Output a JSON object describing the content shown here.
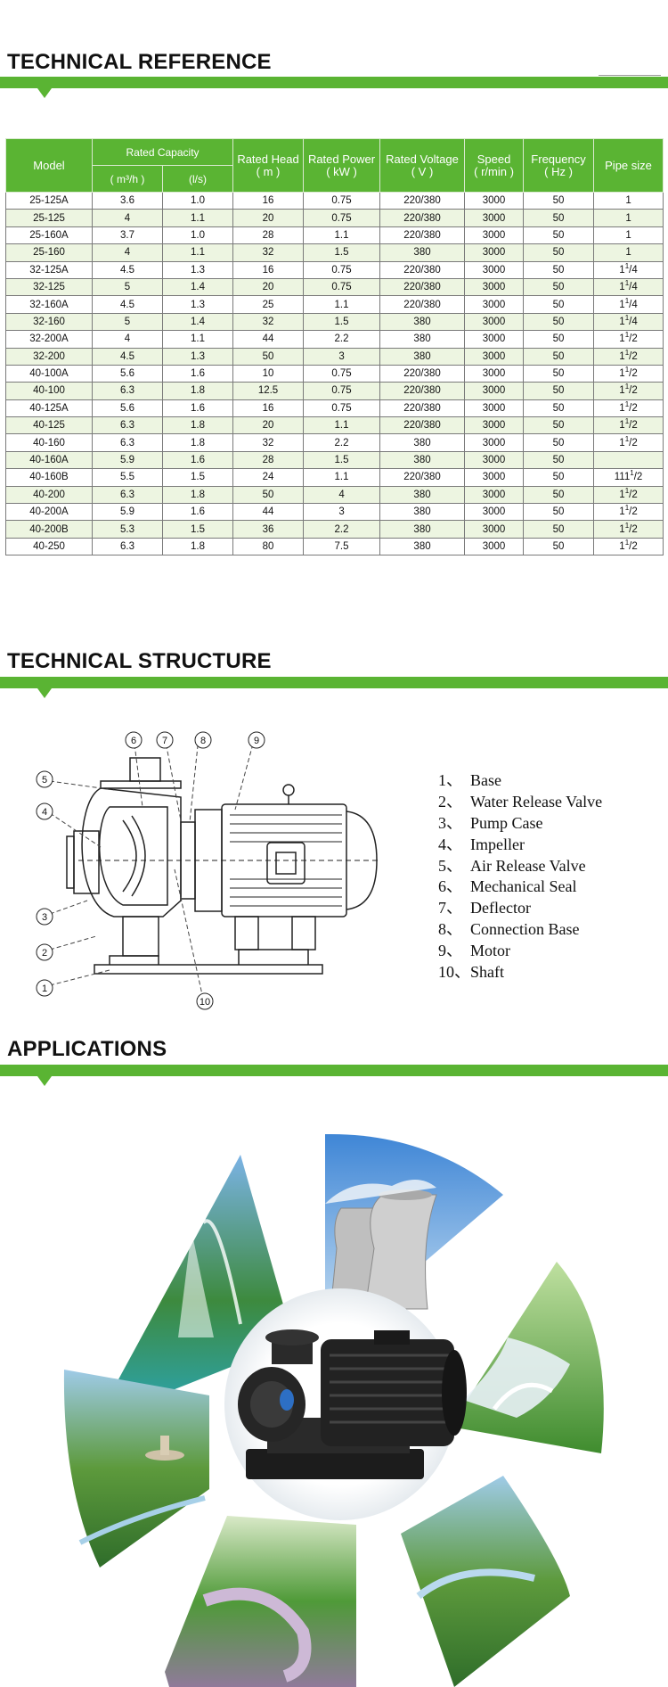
{
  "sections": {
    "reference": "TECHNICAL REFERENCE",
    "structure": "TECHNICAL STRUCTURE",
    "applications": "APPLICATIONS"
  },
  "table": {
    "headers": {
      "model": "Model",
      "rated_capacity": "Rated Capacity",
      "unit_m3h": "( m³/h )",
      "unit_ls": "(l/s)",
      "rated_head": "Rated Head",
      "rated_head_unit": "( m )",
      "rated_power": "Rated Power",
      "rated_power_unit": "( kW )",
      "rated_voltage": "Rated Voltage",
      "rated_voltage_unit": "( V )",
      "speed": "Speed",
      "speed_unit": "( r/min )",
      "frequency": "Frequency",
      "frequency_unit": "( Hz )",
      "pipe_size": "Pipe size"
    },
    "rows": [
      [
        "25-125A",
        "3.6",
        "1.0",
        "16",
        "0.75",
        "220/380",
        "3000",
        "50",
        "1"
      ],
      [
        "25-125",
        "4",
        "1.1",
        "20",
        "0.75",
        "220/380",
        "3000",
        "50",
        "1"
      ],
      [
        "25-160A",
        "3.7",
        "1.0",
        "28",
        "1.1",
        "220/380",
        "3000",
        "50",
        "1"
      ],
      [
        "25-160",
        "4",
        "1.1",
        "32",
        "1.5",
        "380",
        "3000",
        "50",
        "1"
      ],
      [
        "32-125A",
        "4.5",
        "1.3",
        "16",
        "0.75",
        "220/380",
        "3000",
        "50",
        "1|1/4"
      ],
      [
        "32-125",
        "5",
        "1.4",
        "20",
        "0.75",
        "220/380",
        "3000",
        "50",
        "1|1/4"
      ],
      [
        "32-160A",
        "4.5",
        "1.3",
        "25",
        "1.1",
        "220/380",
        "3000",
        "50",
        "1|1/4"
      ],
      [
        "32-160",
        "5",
        "1.4",
        "32",
        "1.5",
        "380",
        "3000",
        "50",
        "1|1/4"
      ],
      [
        "32-200A",
        "4",
        "1.1",
        "44",
        "2.2",
        "380",
        "3000",
        "50",
        "1|1/2"
      ],
      [
        "32-200",
        "4.5",
        "1.3",
        "50",
        "3",
        "380",
        "3000",
        "50",
        "1|1/2"
      ],
      [
        "40-100A",
        "5.6",
        "1.6",
        "10",
        "0.75",
        "220/380",
        "3000",
        "50",
        "1|1/2"
      ],
      [
        "40-100",
        "6.3",
        "1.8",
        "12.5",
        "0.75",
        "220/380",
        "3000",
        "50",
        "1|1/2"
      ],
      [
        "40-125A",
        "5.6",
        "1.6",
        "16",
        "0.75",
        "220/380",
        "3000",
        "50",
        "1|1/2"
      ],
      [
        "40-125",
        "6.3",
        "1.8",
        "20",
        "1.1",
        "220/380",
        "3000",
        "50",
        "1|1/2"
      ],
      [
        "40-160",
        "6.3",
        "1.8",
        "32",
        "2.2",
        "380",
        "3000",
        "50",
        "1|1/2"
      ],
      [
        "40-160A",
        "5.9",
        "1.6",
        "28",
        "1.5",
        "380",
        "3000",
        "50",
        ""
      ],
      [
        "40-160B",
        "5.5",
        "1.5",
        "24",
        "1.1",
        "220/380",
        "3000",
        "50",
        "111|1/2"
      ],
      [
        "40-200",
        "6.3",
        "1.8",
        "50",
        "4",
        "380",
        "3000",
        "50",
        "1|1/2"
      ],
      [
        "40-200A",
        "5.9",
        "1.6",
        "44",
        "3",
        "380",
        "3000",
        "50",
        "1|1/2"
      ],
      [
        "40-200B",
        "5.3",
        "1.5",
        "36",
        "2.2",
        "380",
        "3000",
        "50",
        "1|1/2"
      ],
      [
        "40-250",
        "6.3",
        "1.8",
        "80",
        "7.5",
        "380",
        "3000",
        "50",
        "1|1/2"
      ]
    ]
  },
  "structure_parts": [
    {
      "num": "1、",
      "name": "Base"
    },
    {
      "num": "2、",
      "name": "Water Release Valve"
    },
    {
      "num": "3、",
      "name": "Pump Case"
    },
    {
      "num": "4、",
      "name": "Impeller"
    },
    {
      "num": "5、",
      "name": "Air Release Valve"
    },
    {
      "num": "6、",
      "name": "Mechanical Seal"
    },
    {
      "num": "7、",
      "name": "Deflector"
    },
    {
      "num": "8、",
      "name": "Connection Base"
    },
    {
      "num": "9、",
      "name": "Motor"
    },
    {
      "num": "10、",
      "name": "Shaft"
    }
  ],
  "diagram_callouts": [
    "1",
    "2",
    "3",
    "4",
    "5",
    "6",
    "7",
    "8",
    "9",
    "10"
  ],
  "colors": {
    "accent": "#5ab433",
    "row_alt": "#edf5e1",
    "header_text": "#ffffff"
  }
}
